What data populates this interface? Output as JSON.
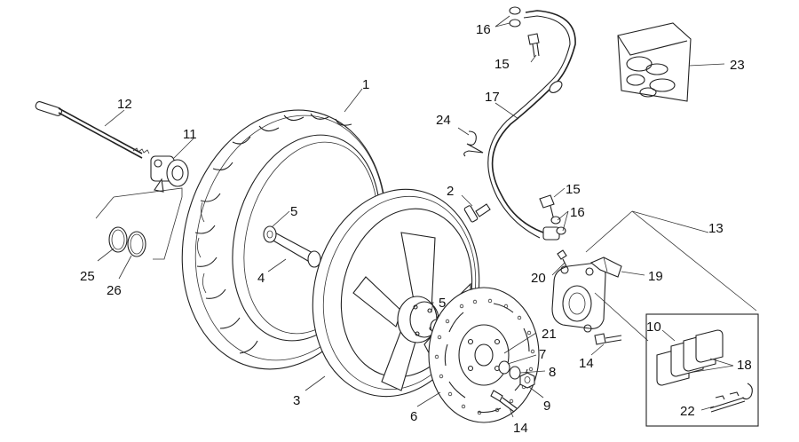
{
  "diagram": {
    "labels": [
      {
        "id": "1",
        "text": "1"
      },
      {
        "id": "2",
        "text": "2"
      },
      {
        "id": "3",
        "text": "3"
      },
      {
        "id": "4",
        "text": "4"
      },
      {
        "id": "5a",
        "text": "5"
      },
      {
        "id": "5b",
        "text": "5"
      },
      {
        "id": "6",
        "text": "6"
      },
      {
        "id": "7",
        "text": "7"
      },
      {
        "id": "8",
        "text": "8"
      },
      {
        "id": "9",
        "text": "9"
      },
      {
        "id": "10",
        "text": "10"
      },
      {
        "id": "11",
        "text": "11"
      },
      {
        "id": "12",
        "text": "12"
      },
      {
        "id": "13",
        "text": "13"
      },
      {
        "id": "14a",
        "text": "14"
      },
      {
        "id": "14b",
        "text": "14"
      },
      {
        "id": "15a",
        "text": "15"
      },
      {
        "id": "15b",
        "text": "15"
      },
      {
        "id": "16a",
        "text": "16"
      },
      {
        "id": "16b",
        "text": "16"
      },
      {
        "id": "17",
        "text": "17"
      },
      {
        "id": "18",
        "text": "18"
      },
      {
        "id": "19",
        "text": "19"
      },
      {
        "id": "20",
        "text": "20"
      },
      {
        "id": "21",
        "text": "21"
      },
      {
        "id": "22",
        "text": "22"
      },
      {
        "id": "23",
        "text": "23"
      },
      {
        "id": "24",
        "text": "24"
      },
      {
        "id": "25",
        "text": "25"
      },
      {
        "id": "26",
        "text": "26"
      }
    ]
  }
}
